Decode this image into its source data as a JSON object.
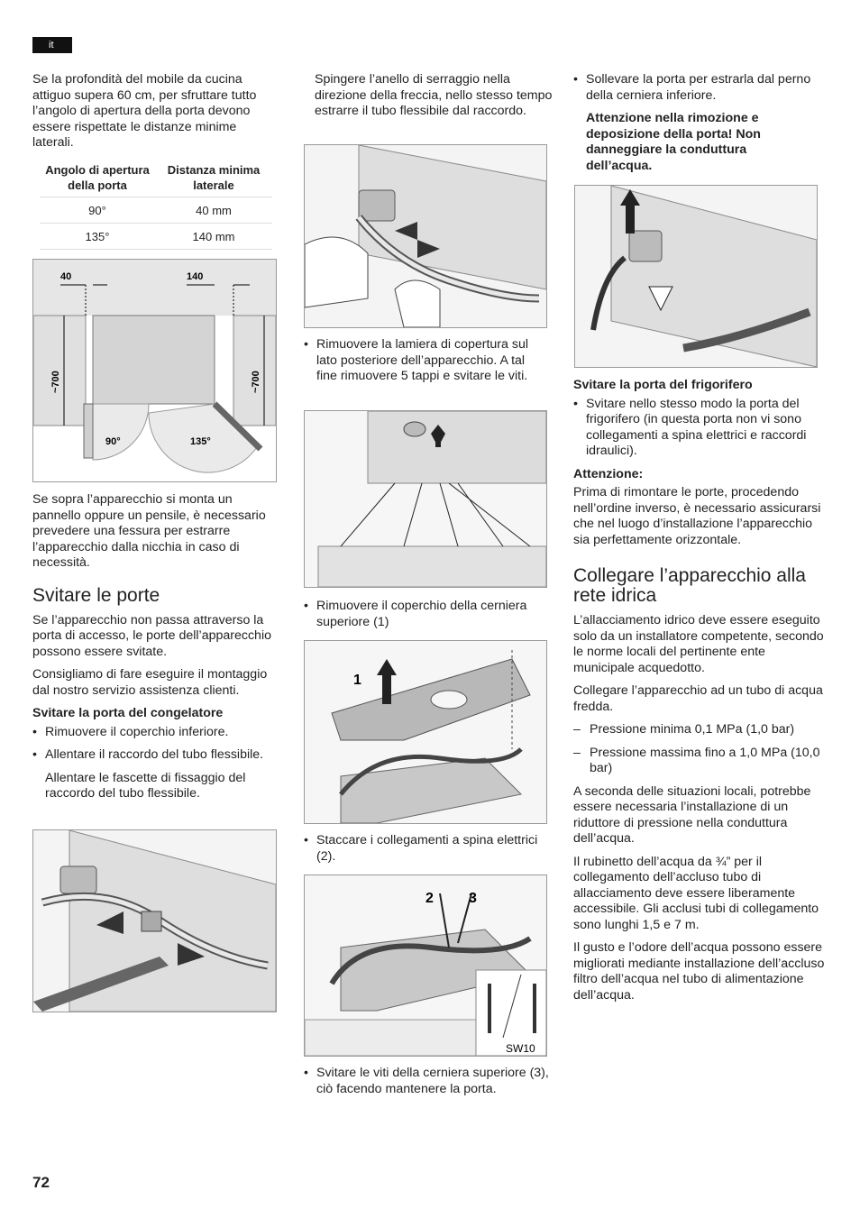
{
  "header": {
    "lang": "it"
  },
  "page_number": "72",
  "col1": {
    "intro": "Se la profondità del mobile da cucina attiguo supera 60 cm, per sfruttare tutto l’angolo di apertura della porta devono essere rispettate le distanze minime laterali.",
    "table": {
      "head1": "Angolo di apertura della porta",
      "head2": "Distanza minima laterale",
      "rows": [
        {
          "angle": "90°",
          "dist": "40 mm"
        },
        {
          "angle": "135°",
          "dist": "140 mm"
        }
      ]
    },
    "fig_labels": {
      "d40": "40",
      "d140": "140",
      "h700a": "~700",
      "h700b": "~700",
      "a90": "90°",
      "a135": "135°"
    },
    "panel_note": "Se sopra l’apparecchio si monta un pannello oppure un pensile, è necessario prevedere una fessura per estrarre l’apparecchio dalla nicchia in caso di necessità.",
    "heading": "Svitare le porte",
    "p1": "Se l’apparecchio non passa attraverso la porta di accesso, le porte dell’apparecchio possono essere svitate.",
    "p2": "Consigliamo di fare eseguire il montaggio dal nostro servizio assistenza clienti.",
    "subheading": "Svitare la porta del congelatore",
    "bullet1": "Rimuovere il coperchio inferiore.",
    "bullet2": "Allentare il raccordo del tubo flessibile.",
    "bullet2_cont": "Allentare le fascette di fissaggio del raccordo del tubo flessibile."
  },
  "col2": {
    "p1": "Spingere l’anello di serraggio nella direzione della freccia, nello stesso tempo estrarre il tubo flessibile dal raccordo.",
    "bullet1": "Rimuovere la lamiera di copertura sul lato posteriore dell’apparecchio. A tal fine rimuovere 5 tappi e svitare le viti.",
    "bullet2": "Rimuovere il coperchio della cerniera superiore (1)",
    "fig_label_1": "1",
    "bullet3": "Staccare i collegamenti a spina elettrici (2).",
    "fig_label_2": "2",
    "fig_label_3": "3",
    "fig_label_sw": "SW10",
    "bullet4": "Svitare le viti della cerniera superiore (3), ciò facendo mantenere la porta."
  },
  "col3": {
    "bullet1": "Sollevare la porta per estrarla dal perno della cerniera inferiore.",
    "warning": "Attenzione nella rimozione e deposizione della porta! Non danneggiare la conduttura dell’acqua.",
    "subheading": "Svitare la porta del frigorifero",
    "bullet2": "Svitare nello stesso modo la porta del frigorifero (in questa porta non vi sono collegamenti a spina elettrici e raccordi idraulici).",
    "att_label": "Attenzione:",
    "att_text": "Prima di rimontare le porte, procedendo nell’ordine inverso, è necessario assicurarsi che nel luogo d’installazione l’apparecchio sia perfettamente orizzontale.",
    "heading": "Collegare l’apparecchio alla rete idrica",
    "p1": "L’allacciamento idrico deve essere eseguito solo da un installatore competente, secondo le norme locali del pertinente ente municipale acquedotto.",
    "p2": "Collegare l’apparecchio ad un tubo di acqua fredda.",
    "dash1": "Pressione minima 0,1 MPa (1,0 bar)",
    "dash2": "Pressione massima fino a 1,0 MPa (10,0 bar)",
    "p3": "A seconda delle situazioni locali, potrebbe essere necessaria l’installazione di un riduttore di pressione nella conduttura dell’acqua.",
    "p4": "Il rubinetto dell’acqua da ¾” per il collegamento dell’accluso tubo di allacciamento deve essere liberamente accessibile. Gli acclusi tubi di collegamento sono lunghi 1,5 e 7 m.",
    "p5": "Il gusto e l’odore dell’acqua possono essere migliorati mediante installazione dell’accluso filtro dell’acqua nel tubo di alimentazione dell’acqua."
  }
}
